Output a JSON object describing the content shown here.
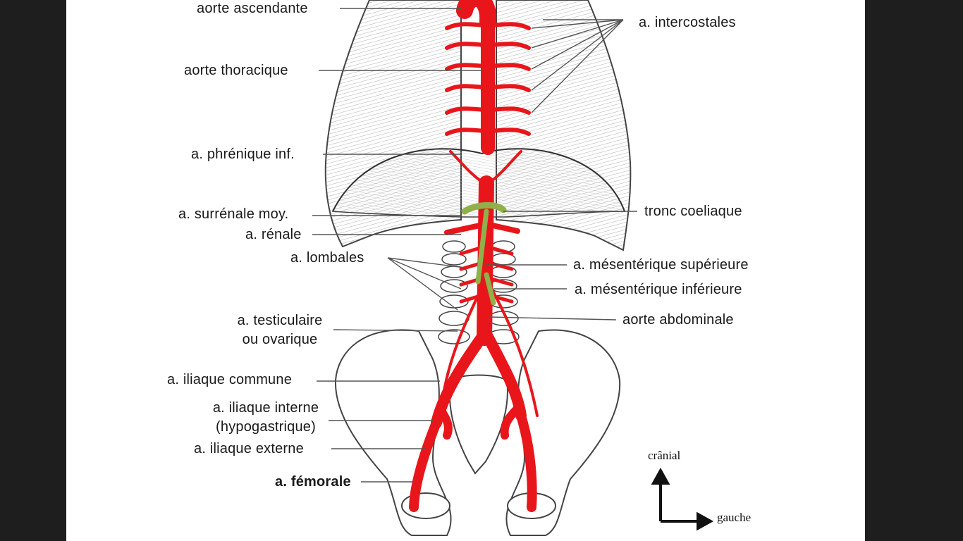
{
  "labels": {
    "aorte_ascendante": "aorte ascendante",
    "aorte_thoracique": "aorte thoracique",
    "a_intercostales": "a. intercostales",
    "a_phrenique_inf": "a. phrénique inf.",
    "a_surrenale_moy": "a. surrénale moy.",
    "tronc_coeliaque": "tronc coeliaque",
    "a_renale": "a. rénale",
    "a_lombales": "a. lombales",
    "a_mesenterique_superieure": "a. mésentérique supérieure",
    "a_mesenterique_inferieure": "a. mésentérique inférieure",
    "a_testiculaire_line1": "a. testiculaire",
    "a_testiculaire_line2": "ou ovarique",
    "aorte_abdominale": "aorte abdominale",
    "a_iliaque_commune": "a. iliaque commune",
    "a_iliaque_interne_line1": "a. iliaque interne",
    "a_iliaque_interne_line2": "(hypogastrique)",
    "a_iliaque_externe": "a. iliaque externe",
    "a_femorale": "a. fémorale"
  },
  "orientation": {
    "cranial": "crânial",
    "left": "gauche"
  },
  "colors": {
    "artery": "#e8161b",
    "artery_dark": "#9e0a0c",
    "nerve_green": "#8fb04a",
    "bone_line": "#444444",
    "leader_line": "#555555",
    "frame": "#1e1e1e"
  }
}
